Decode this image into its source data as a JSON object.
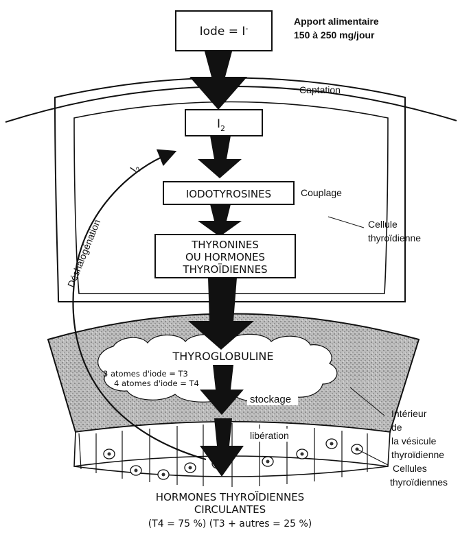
{
  "boxes": {
    "iode": {
      "main": "Iode = I",
      "sup": "-"
    },
    "i2": {
      "main": "I",
      "sub": "2"
    },
    "iodotyrosines": "IODOTYROSINES",
    "thyronines": [
      "THYRONINES",
      "OU HORMONES",
      "THYROÏDIENNES"
    ],
    "thyroglobuline": "THYROGLOBULINE"
  },
  "labels": {
    "apport": [
      "Apport alimentaire",
      "150 à 250 mg/jour"
    ],
    "captation": "Captation",
    "couplage": "Couplage",
    "cellule": [
      "Cellule",
      "thyroïdienne"
    ],
    "deshalogenation": "Déshalogénation",
    "i2_return": {
      "main": "I",
      "sub": "2"
    },
    "atomes": [
      "3 atomes d'iode = T3",
      "4 atomes d'iode = T4"
    ],
    "stockage": "stockage",
    "liberation": "libération",
    "interieur": [
      "Intérieur",
      "de",
      "la vésicule",
      "thyroïdienne"
    ],
    "cellules": [
      "Cellules",
      "thyroïdiennes"
    ],
    "hormones": [
      "HORMONES THYROÏDIENNES",
      "CIRCULANTES",
      "(T4 = 75 %) (T3 + autres = 25 %)"
    ]
  }
}
